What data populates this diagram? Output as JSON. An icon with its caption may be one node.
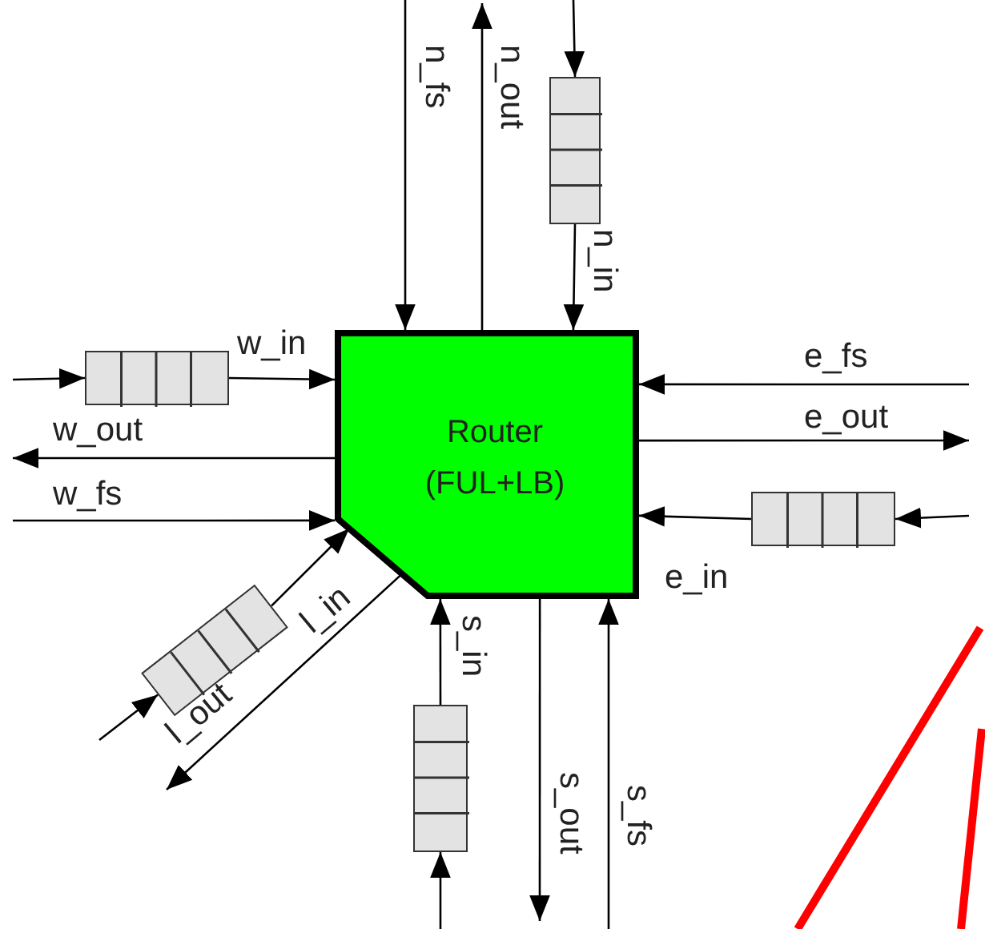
{
  "diagram": {
    "nodes": [
      {
        "text": [
          "Router (FUL+LB)"
        ]
      },
      {
        "text": [],
        "shape": "box"
      },
      {
        "text": [],
        "shape": "box"
      },
      {
        "text": [],
        "shape": "box"
      },
      {
        "text": [],
        "shape": "box"
      },
      {
        "text": [],
        "shape": "box"
      }
    ],
    "edges": [
      {
        "from": null,
        "to": 1,
        "arrow": "to"
      },
      {
        "from": 1,
        "to": 0,
        "arrow": "to",
        "label": "n_in"
      },
      {
        "from": null,
        "to": 0,
        "arrow": "to",
        "label": "n_fs"
      },
      {
        "from": 0,
        "to": null,
        "arrow": "to",
        "label": "n_out"
      },
      {
        "from": null,
        "to": 2,
        "arrow": "to"
      },
      {
        "from": 2,
        "to": 0,
        "arrow": "to",
        "label": "w_in"
      },
      {
        "from": 0,
        "to": null,
        "arrow": "to",
        "label": "w_out"
      },
      {
        "from": null,
        "to": 0,
        "arrow": "to",
        "label": "w_fs"
      },
      {
        "from": null,
        "to": 0,
        "arrow": "to",
        "label": "e_fs"
      },
      {
        "from": 0,
        "to": null,
        "arrow": "to",
        "label": "e_out"
      },
      {
        "from": null,
        "to": 3,
        "arrow": "to"
      },
      {
        "from": 3,
        "to": 0,
        "arrow": "to",
        "label": "e_in"
      },
      {
        "from": null,
        "to": 4,
        "arrow": "to"
      },
      {
        "from": 4,
        "to": 0,
        "arrow": "to",
        "label": "l_in"
      },
      {
        "from": 0,
        "to": null,
        "arrow": "to",
        "label": "l_out"
      },
      {
        "from": null,
        "to": 5,
        "arrow": "to"
      },
      {
        "from": 5,
        "to": 0,
        "arrow": "to",
        "label": "s_in"
      },
      {
        "from": 0,
        "to": null,
        "arrow": "to",
        "label": "s_out"
      },
      {
        "from": null,
        "to": 0,
        "arrow": "to",
        "label": "s_fs"
      }
    ]
  }
}
